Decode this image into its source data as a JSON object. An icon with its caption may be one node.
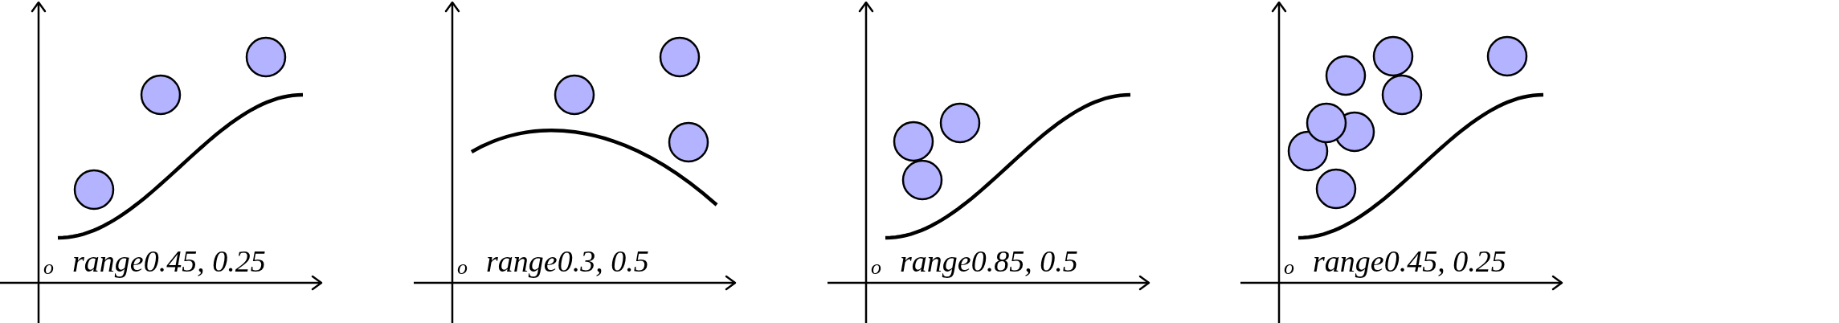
{
  "diagram": {
    "labels": [
      "o",
      "range0.45, 0.25",
      "o",
      "range0.3, 0.5",
      "o",
      "range0.85, 0.5",
      "o",
      "range0.45, 0.25"
    ]
  }
}
